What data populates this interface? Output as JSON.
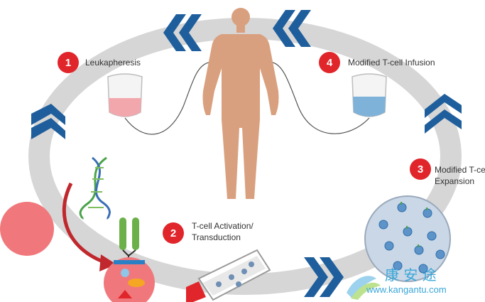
{
  "steps": [
    {
      "number": "1",
      "label": "Leukapheresis"
    },
    {
      "number": "2",
      "label_line1": "T-cell Activation/",
      "label_line2": "Transduction"
    },
    {
      "number": "3",
      "label_line1": "Modified T-ce",
      "label_line2": "Expansion"
    },
    {
      "number": "4",
      "label": "Modified T-cell Infusion"
    }
  ],
  "watermark": {
    "chinese": "康 安 途",
    "url": "www.kangantu.com"
  },
  "colors": {
    "ring": "#d6d6d6",
    "chevron": "#1f5e9c",
    "step_badge": "#e0262b",
    "body": "#d9a07f",
    "bag_red": "#f2a7ac",
    "bag_blue": "#7fb2d9",
    "red_arrow": "#c0282d"
  }
}
